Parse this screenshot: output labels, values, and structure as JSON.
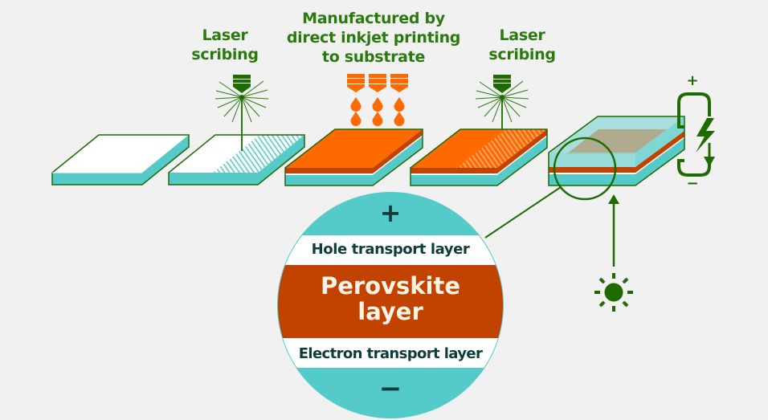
{
  "labels": {
    "laser_scribing_1": [
      "Laser",
      "scribing"
    ],
    "inkjet": [
      "Manufactured by",
      "direct inkjet printing",
      "to substrate"
    ],
    "laser_scribing_2": [
      "Laser",
      "scribing"
    ]
  },
  "magnifier": {
    "plus": "+",
    "hole_layer": "Hole transport layer",
    "perovskite": [
      "Perovskite",
      "layer"
    ],
    "electron_layer": "Electron transport layer",
    "minus": "−"
  },
  "circuit": {
    "plus": "+",
    "minus": "−"
  },
  "colors": {
    "green": "#1e6b00",
    "label_green": "#2a7a0e",
    "teal": "#55cbc9",
    "orange": "#ff6a00",
    "rust": "#c24200",
    "dark_teal_text": "#0e3b3b",
    "background": "#f1f1f1"
  }
}
